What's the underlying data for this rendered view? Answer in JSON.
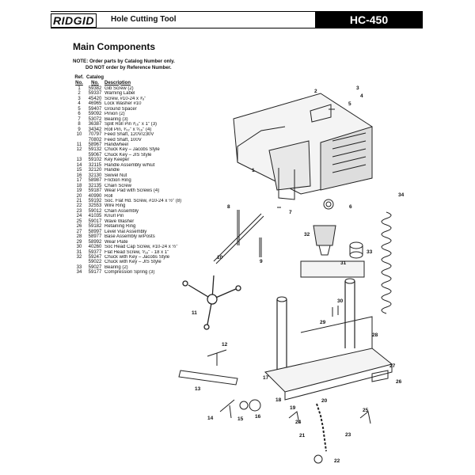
{
  "header": {
    "brand": "RIDGID",
    "doc_title": "Hole Cutting Tool",
    "model": "HC-450"
  },
  "section_title": "Main Components",
  "note": {
    "line1": "NOTE: Order parts by Catalog Number only.",
    "line2": "DO NOT order by Reference Number."
  },
  "parts_table": {
    "headers": {
      "ref_line1": "Ref.",
      "ref_line2": "No.",
      "catalog_line1": "Catalog",
      "catalog_line2": "No.",
      "description": "Description"
    },
    "rows": [
      {
        "ref": "1",
        "catalog": "59382",
        "desc": "Gib Screw (2)"
      },
      {
        "ref": "2",
        "catalog": "59337",
        "desc": "Warning Label"
      },
      {
        "ref": "3",
        "catalog": "45420",
        "desc": "Screw, #10-24 x ³⁄₈\""
      },
      {
        "ref": "4",
        "catalog": "46965",
        "desc": "Lock Washer #10"
      },
      {
        "ref": "5",
        "catalog": "59407",
        "desc": "Ground Spacer"
      },
      {
        "ref": "6",
        "catalog": "59092",
        "desc": "Pinion (2)"
      },
      {
        "ref": "7",
        "catalog": "53072",
        "desc": "Bearing (3)"
      },
      {
        "ref": "8",
        "catalog": "36387",
        "desc": "Split Roll Pin ³⁄₁₆\" x 1\" (3)"
      },
      {
        "ref": "9",
        "catalog": "34342",
        "desc": "Roll Pin, ³⁄₃₂\" x ⁵⁄₁₆\" (4)"
      },
      {
        "ref": "10",
        "catalog": "70797",
        "desc": "Feed Shaft, 120V/230V"
      },
      {
        "ref": "",
        "catalog": "70802",
        "desc": "Feed Shaft, 100V"
      },
      {
        "ref": "11",
        "catalog": "58967",
        "desc": "Handwheel"
      },
      {
        "ref": "12",
        "catalog": "59132",
        "desc": "Chuck Key – Jacobs Style"
      },
      {
        "ref": "",
        "catalog": "59067",
        "desc": "Chuck Key – JIS Style"
      },
      {
        "ref": "13",
        "catalog": "59102",
        "desc": "Key Keeper"
      },
      {
        "ref": "14",
        "catalog": "32115",
        "desc": "Handle Assembly w/Nut"
      },
      {
        "ref": "15",
        "catalog": "32120",
        "desc": "Handle"
      },
      {
        "ref": "16",
        "catalog": "32130",
        "desc": "Swivel Nut"
      },
      {
        "ref": "17",
        "catalog": "58987",
        "desc": "Friction Ring"
      },
      {
        "ref": "18",
        "catalog": "32135",
        "desc": "Chain Screw"
      },
      {
        "ref": "19",
        "catalog": "59187",
        "desc": "Wear Pad with Screws (4)"
      },
      {
        "ref": "20",
        "catalog": "40990",
        "desc": "Roll"
      },
      {
        "ref": "21",
        "catalog": "59192",
        "desc": "Soc. Flat Hd. Screw, #10-24 x ½\" (8)"
      },
      {
        "ref": "22",
        "catalog": "32553",
        "desc": "Wire Ring"
      },
      {
        "ref": "23",
        "catalog": "59012",
        "desc": "Chain Assembly"
      },
      {
        "ref": "24",
        "catalog": "41035",
        "desc": "Knurl Pin"
      },
      {
        "ref": "25",
        "catalog": "59017",
        "desc": "Wave Washer"
      },
      {
        "ref": "26",
        "catalog": "59182",
        "desc": "Retaining Ring"
      },
      {
        "ref": "27",
        "catalog": "58997",
        "desc": "Level Vial Assembly"
      },
      {
        "ref": "28",
        "catalog": "58977",
        "desc": "Base Assembly w/Posts"
      },
      {
        "ref": "29",
        "catalog": "58992",
        "desc": "Wear Plate"
      },
      {
        "ref": "30",
        "catalog": "40260",
        "desc": "Soc Head Cap Screw, #10-24 x ½\""
      },
      {
        "ref": "31",
        "catalog": "59377",
        "desc": "Flat Head Screw, ⁵⁄₁₆\" - 18 x 1\""
      },
      {
        "ref": "32",
        "catalog": "59247",
        "desc": "Chuck with Key – Jacobs Style"
      },
      {
        "ref": "",
        "catalog": "59022",
        "desc": "Chuck with Key – JIS Style"
      },
      {
        "ref": "33",
        "catalog": "59027",
        "desc": "Bearing (2)"
      },
      {
        "ref": "34",
        "catalog": "59177",
        "desc": "Compression Spring (3)"
      }
    ]
  },
  "callouts": [
    "1",
    "2",
    "3",
    "4",
    "5",
    "6",
    "7",
    "8",
    "9",
    "10",
    "11",
    "12",
    "13",
    "14",
    "15",
    "16",
    "17",
    "18",
    "19",
    "20",
    "21",
    "22",
    "23",
    "24",
    "25",
    "26",
    "27",
    "28",
    "29",
    "30",
    "31",
    "32",
    "33",
    "34"
  ]
}
